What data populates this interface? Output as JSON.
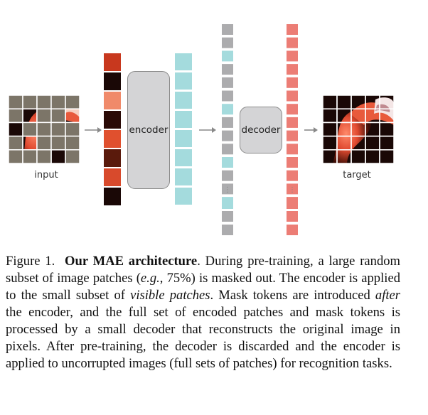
{
  "figure": {
    "input_label": "input",
    "target_label": "target",
    "encoder_label": "encoder",
    "decoder_label": "decoder",
    "ellipsis": "⋮",
    "colors": {
      "masked_patch": "#7c7568",
      "encoded_token": "#a4dbdd",
      "mask_token": "#acacae",
      "output_token": "#ec7d75",
      "box_fill": "#d4d4d6",
      "arrow": "#888888"
    }
  },
  "caption": {
    "figure_num": "Figure 1.",
    "title": "Our MAE architecture",
    "t1": ". During pre-training, a large random subset of image patches (",
    "eg": "e.g.",
    "t2": ", 75%) is masked out. The encoder is applied to the small subset of ",
    "visible": "visible patches",
    "t3": ". Mask tokens are introduced ",
    "after": "after",
    "t4": " the encoder, and the full set of encoded patches and mask tokens is processed by a small decoder that reconstructs the original image in pixels. After pre-training, the decoder is discarded and the encoder is applied to uncorrupted images (full sets of patches) for recognition tasks."
  }
}
